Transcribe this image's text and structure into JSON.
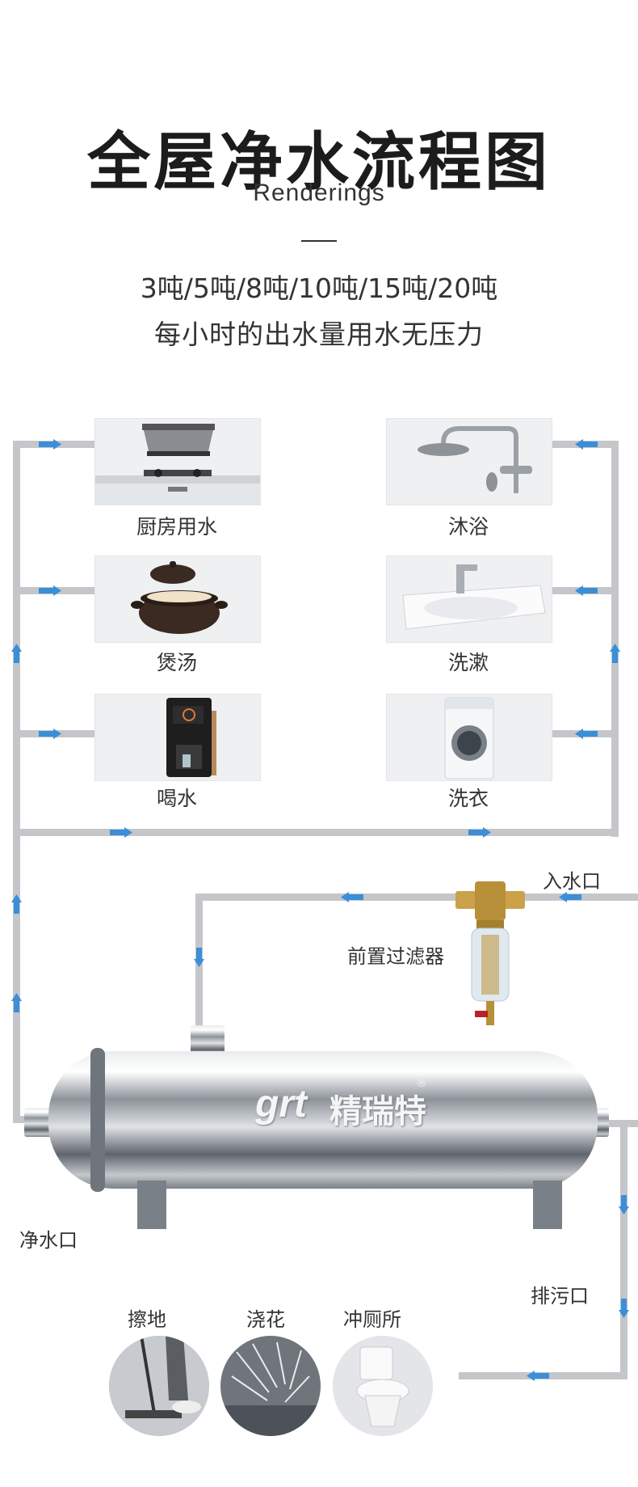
{
  "header": {
    "title": "全屋净水流程图",
    "subtitle": "Renderings",
    "capacity": "3吨/5吨/8吨/10吨/15吨/20吨",
    "tagline": "每小时的出水量用水无压力"
  },
  "uses_left": [
    {
      "label": "厨房用水",
      "icon": "kitchen-hood-stove"
    },
    {
      "label": "煲汤",
      "icon": "clay-pot"
    },
    {
      "label": "喝水",
      "icon": "water-dispenser"
    }
  ],
  "uses_right": [
    {
      "label": "沐浴",
      "icon": "shower-head"
    },
    {
      "label": "洗漱",
      "icon": "wash-basin"
    },
    {
      "label": "洗衣",
      "icon": "washing-machine"
    }
  ],
  "flow_labels": {
    "inlet": "入水口",
    "prefilter": "前置过滤器",
    "outlet": "净水口",
    "drain": "排污口"
  },
  "device": {
    "brand": "grt",
    "brand_cn": "精瑞特",
    "registered": "®"
  },
  "bottom_uses": [
    {
      "label": "擦地",
      "icon": "mop"
    },
    {
      "label": "浇花",
      "icon": "water-spray"
    },
    {
      "label": "冲厕所",
      "icon": "toilet"
    }
  ],
  "colors": {
    "pipe": "#c4c6c9",
    "arrow": "#3a8fd8",
    "text": "#333333"
  }
}
